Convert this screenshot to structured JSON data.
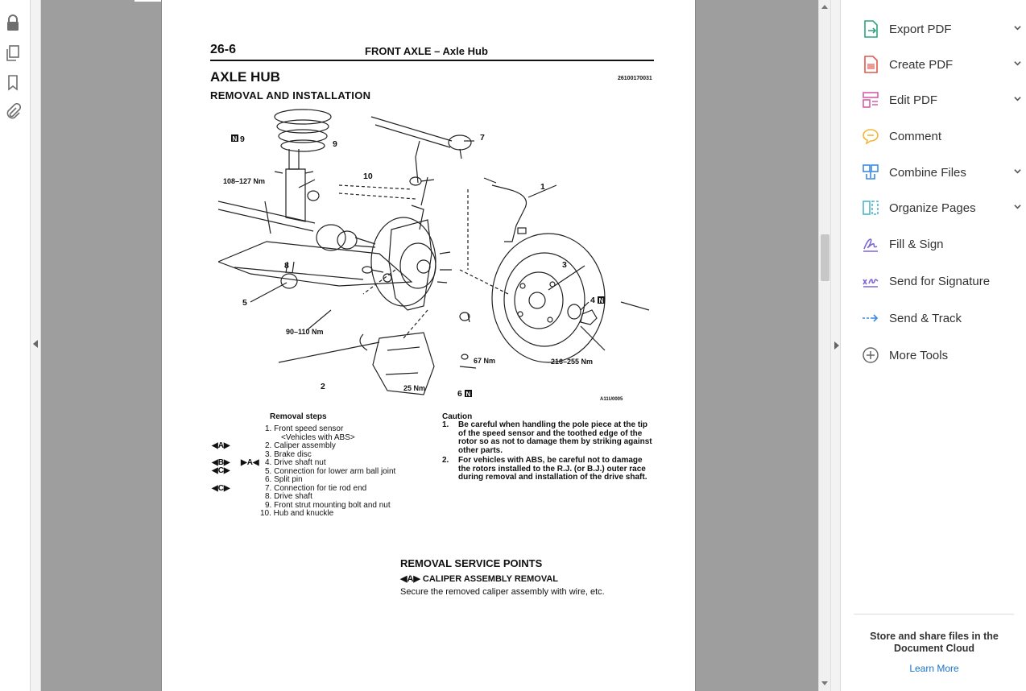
{
  "colors": {
    "viewer_bg": "#9e9e9e",
    "export": "#2fa37f",
    "create": "#e0564b",
    "edit": "#d65fa6",
    "comment": "#f2b636",
    "combine": "#3d8be0",
    "organize": "#4eb5c9",
    "sign": "#7d66d6",
    "link": "#1a73c9"
  },
  "document": {
    "page_number": "26-6",
    "header_title": "FRONT AXLE – Axle Hub",
    "section_title": "AXLE HUB",
    "section_code": "26100170031",
    "subsection_title": "REMOVAL AND INSTALLATION",
    "diagram": {
      "code": "A11U0005",
      "labels": {
        "l9a": "9",
        "l9b": "9",
        "l7": "7",
        "l10": "10",
        "l1": "1",
        "l3": "3",
        "l4": "4",
        "l8": "8",
        "l5": "5",
        "l2": "2",
        "l6": "6",
        "t1": "108–127 Nm",
        "t2": "90–110 Nm",
        "t3": "67 Nm",
        "t4": "216–255 Nm",
        "t5": "25 Nm",
        "new": "N"
      }
    },
    "removal_steps_title": "Removal steps",
    "steps": [
      "1. Front speed sensor",
      "<Vehicles with ABS>",
      "2. Caliper assembly",
      "3. Brake disc",
      "4. Drive shaft nut",
      "5. Connection for lower arm ball joint",
      "6. Split pin",
      "7. Connection for tie rod end",
      "8. Drive shaft",
      "9. Front strut mounting bolt and nut",
      "10. Hub and knuckle"
    ],
    "markers": {
      "a": "◀A▶",
      "b": "◀B▶",
      "a_rev": "▶A◀",
      "c1": "◀C▶",
      "c2": "◀C▶"
    },
    "caution_title": "Caution",
    "caution_items": [
      {
        "num": "1.",
        "text": "Be careful when handling the pole piece at the tip of the speed sensor and the toothed edge of the rotor so as not to damage them by striking against other parts."
      },
      {
        "num": "2.",
        "text": "For vehicles with ABS, be careful not to damage the rotors installed to the R.J. (or B.J.) outer race during removal and installation of the drive shaft."
      }
    ],
    "service_title": "REMOVAL SERVICE POINTS",
    "service_sub": "◀A▶ CALIPER ASSEMBLY REMOVAL",
    "service_body": "Secure the removed caliper assembly with wire, etc."
  },
  "tools": [
    {
      "label": "Export PDF",
      "icon": "export-pdf-icon",
      "chevron": true
    },
    {
      "label": "Create PDF",
      "icon": "create-pdf-icon",
      "chevron": true
    },
    {
      "label": "Edit PDF",
      "icon": "edit-pdf-icon",
      "chevron": true
    },
    {
      "label": "Comment",
      "icon": "comment-icon",
      "chevron": false
    },
    {
      "label": "Combine Files",
      "icon": "combine-files-icon",
      "chevron": true
    },
    {
      "label": "Organize Pages",
      "icon": "organize-pages-icon",
      "chevron": true
    },
    {
      "label": "Fill & Sign",
      "icon": "fill-sign-icon",
      "chevron": false
    },
    {
      "label": "Send for Signature",
      "icon": "send-signature-icon",
      "chevron": false
    },
    {
      "label": "Send & Track",
      "icon": "send-track-icon",
      "chevron": false
    },
    {
      "label": "More Tools",
      "icon": "more-tools-icon",
      "chevron": false
    }
  ],
  "cloud": {
    "text": "Store and share files in the Document Cloud",
    "link": "Learn More"
  }
}
